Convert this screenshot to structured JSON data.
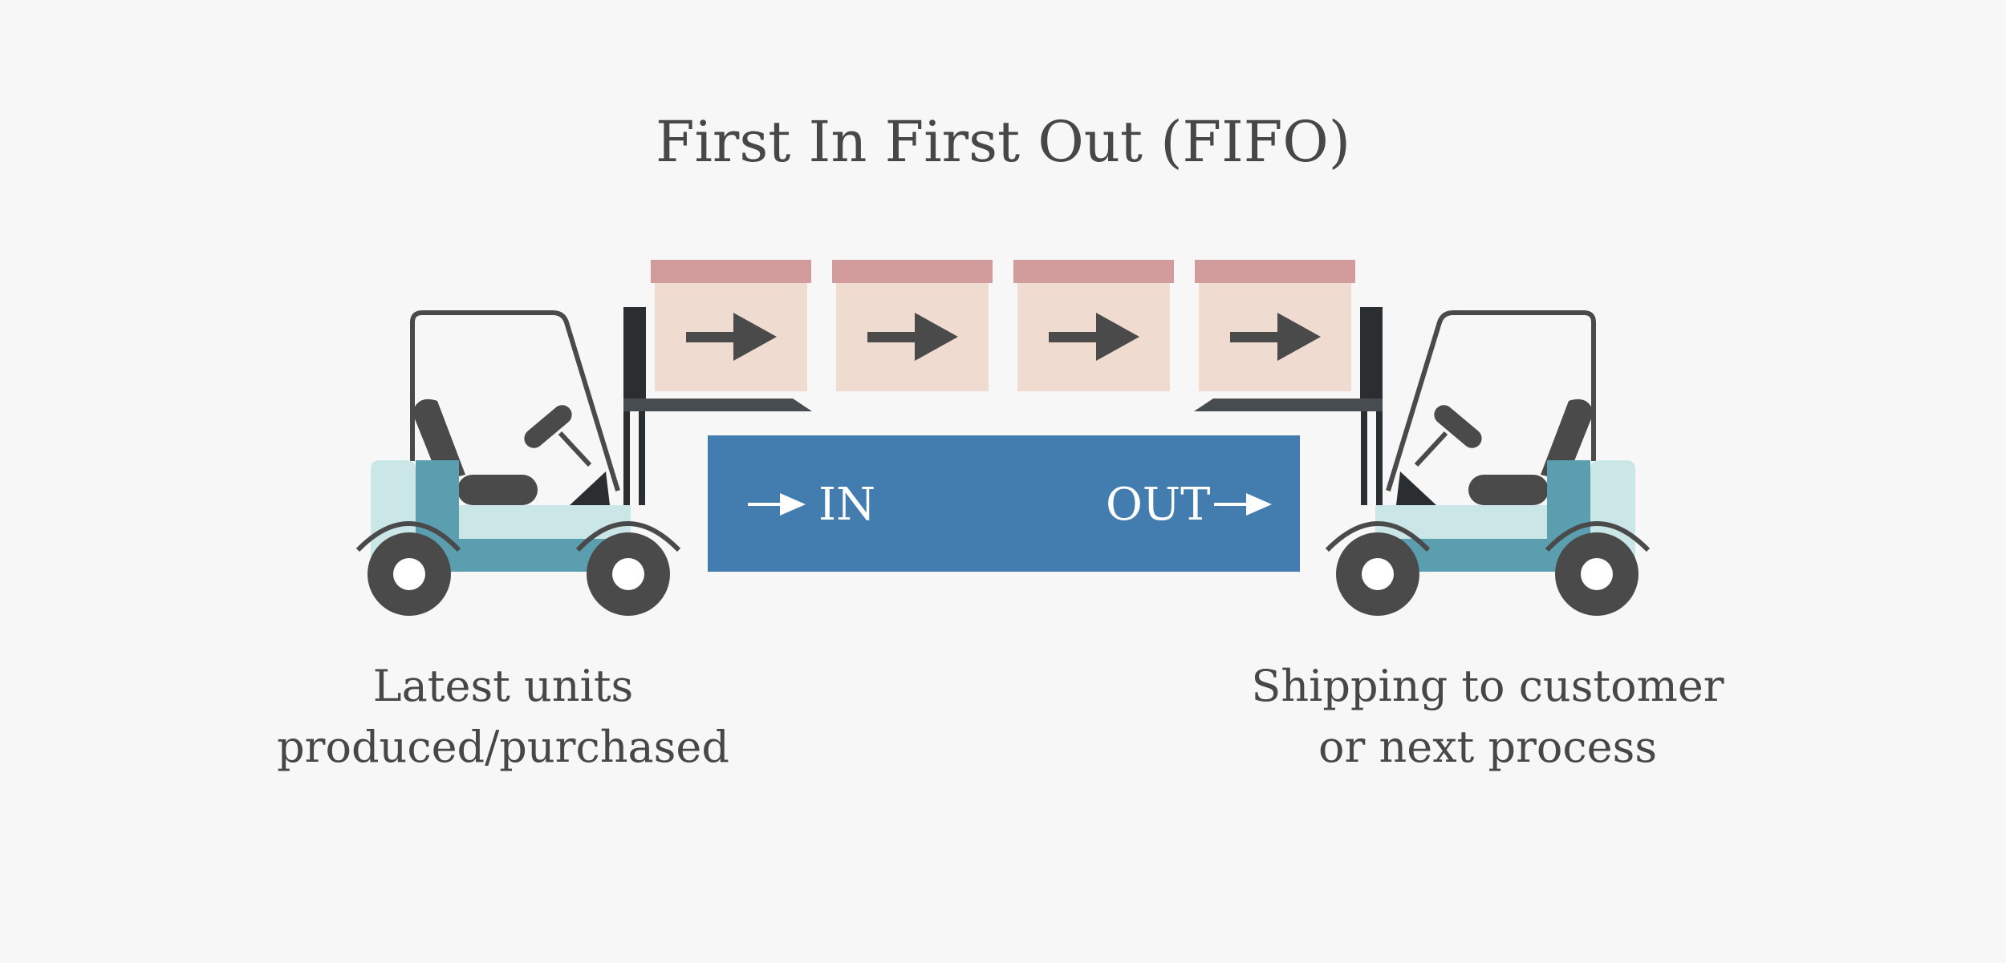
{
  "title": "First In First Out (FIFO)",
  "conveyor": {
    "in_label": "IN",
    "out_label": "OUT",
    "color": "#437daf"
  },
  "boxes": [
    {
      "direction": "right"
    },
    {
      "direction": "right"
    },
    {
      "direction": "right"
    },
    {
      "direction": "right"
    }
  ],
  "captions": {
    "left": [
      "Latest units",
      "produced/purchased"
    ],
    "right": [
      "Shipping to customer",
      "or next process"
    ]
  },
  "icons": {
    "forklift_left": "forklift-icon",
    "forklift_right": "forklift-icon",
    "box": "box-icon",
    "arrow": "arrow-right-icon"
  },
  "colors": {
    "background": "#f7f7f7",
    "text": "#474747",
    "box_body": "#f0dbd0",
    "box_lid": "#d29c9d",
    "forklift_body": "#5b9eb0",
    "forklift_light": "#cbe6e7",
    "dark": "#4a4a4a"
  }
}
